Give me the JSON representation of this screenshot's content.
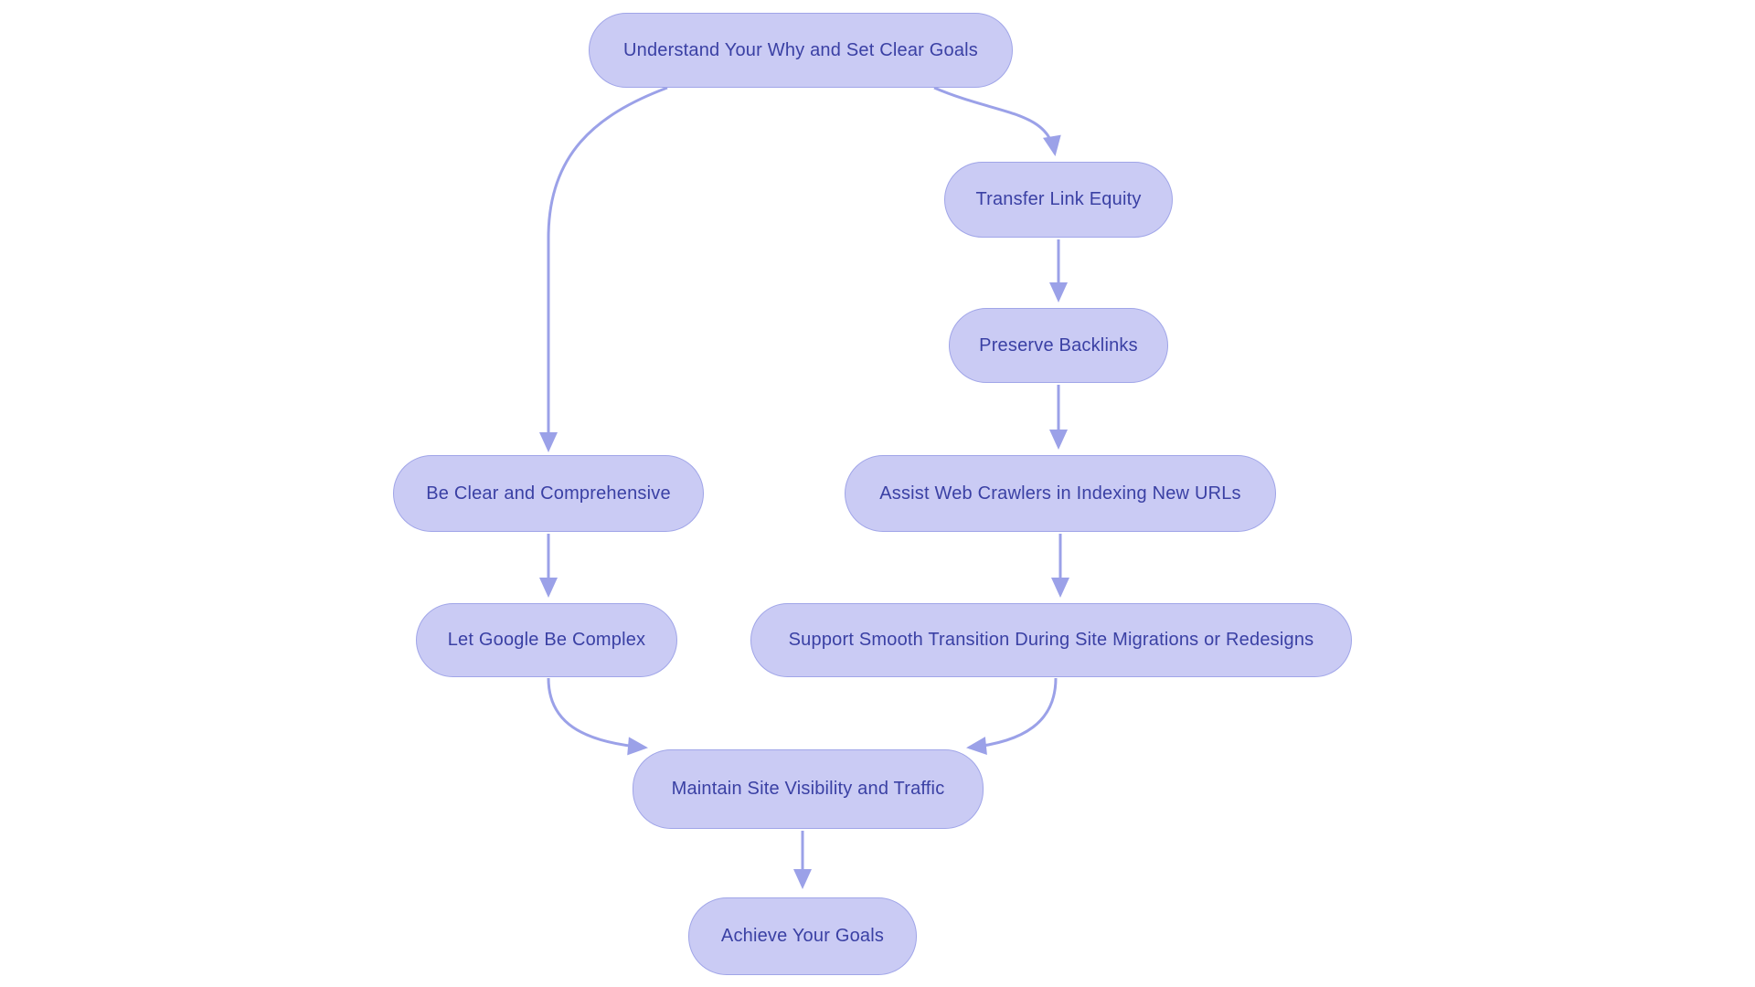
{
  "theme": {
    "background": "#ffffff",
    "node_fill": "#cacbf4",
    "node_border": "#a0a5e8",
    "node_text": "#3a40a4",
    "arrow_color": "#9ba1e8"
  },
  "diagram": {
    "type": "flowchart",
    "nodes": [
      {
        "id": "understand",
        "label": "Understand Your Why and Set Clear Goals"
      },
      {
        "id": "transfer",
        "label": "Transfer Link Equity"
      },
      {
        "id": "preserve",
        "label": "Preserve Backlinks"
      },
      {
        "id": "clear",
        "label": "Be Clear and Comprehensive"
      },
      {
        "id": "assist",
        "label": "Assist Web Crawlers in Indexing New URLs"
      },
      {
        "id": "google",
        "label": "Let Google Be Complex"
      },
      {
        "id": "support",
        "label": "Support Smooth Transition During Site Migrations or Redesigns"
      },
      {
        "id": "maintain",
        "label": "Maintain Site Visibility and Traffic"
      },
      {
        "id": "achieve",
        "label": "Achieve Your Goals"
      }
    ],
    "edges": [
      {
        "from": "understand",
        "to": "clear"
      },
      {
        "from": "understand",
        "to": "transfer"
      },
      {
        "from": "transfer",
        "to": "preserve"
      },
      {
        "from": "preserve",
        "to": "assist"
      },
      {
        "from": "clear",
        "to": "google"
      },
      {
        "from": "assist",
        "to": "support"
      },
      {
        "from": "google",
        "to": "maintain"
      },
      {
        "from": "support",
        "to": "maintain"
      },
      {
        "from": "maintain",
        "to": "achieve"
      }
    ]
  }
}
